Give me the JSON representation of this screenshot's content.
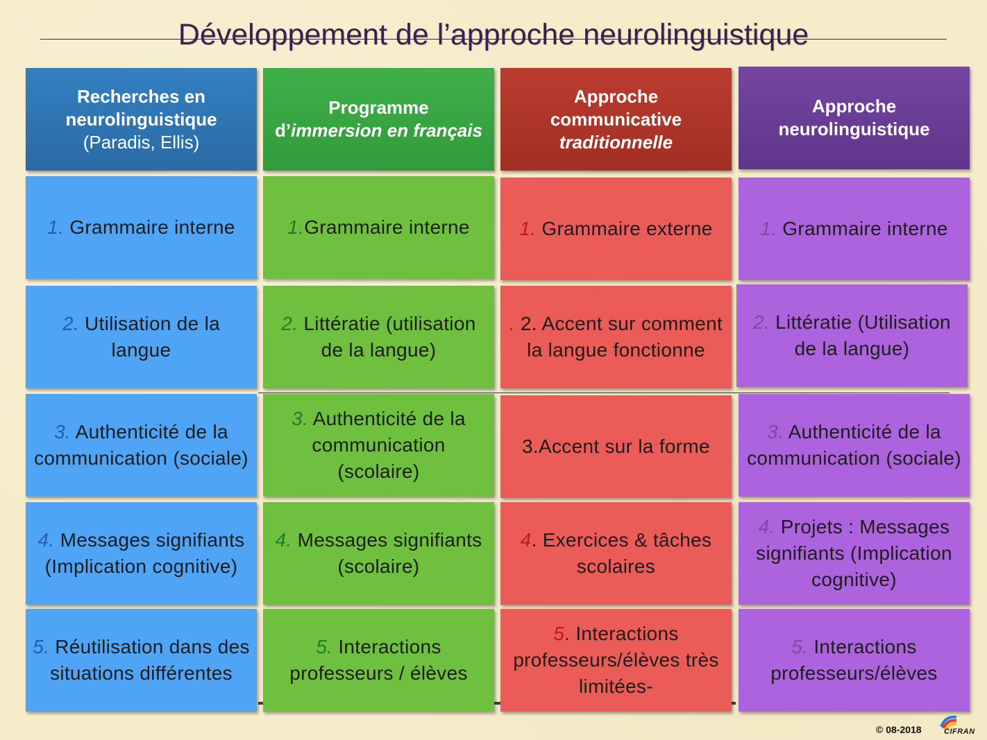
{
  "title": "Développement de l’approche neurolinguistique",
  "headers": [
    {
      "line1": "Recherches en",
      "line2": "neurolinguistique",
      "line3": "(Paradis, Ellis)"
    },
    {
      "line1": "Programme",
      "line2_pre": "d’",
      "line2_italic": "immersion en français"
    },
    {
      "line1": "Approche",
      "line2": "communicative",
      "line3_italic": "traditionnelle"
    },
    {
      "line1": "Approche",
      "line2": "neurolinguistique"
    }
  ],
  "rows": [
    [
      {
        "num": "1.",
        "text": " Grammaire interne"
      },
      {
        "num": "1.",
        "text": "Grammaire interne"
      },
      {
        "num": "1.",
        "text": " Grammaire externe"
      },
      {
        "num": "1.",
        "text": " Grammaire interne"
      }
    ],
    [
      {
        "num": "2.",
        "text": " Utilisation de la langue"
      },
      {
        "num": "2.",
        "text": " Littératie (utilisation de la langue)"
      },
      {
        "num": ".",
        "text": " 2. Accent sur comment la langue fonctionne"
      },
      {
        "num": "2.",
        "text": " Littératie (Utilisation de la langue)"
      }
    ],
    [
      {
        "num": "3.",
        "text": " Authenticité de la communication (sociale)"
      },
      {
        "num": "3.",
        "text": " Authenticité de la communication (scolaire)"
      },
      {
        "num": "",
        "text": "3.Accent sur la forme"
      },
      {
        "num": "3.",
        "text": " Authenticité de la communication (sociale)"
      }
    ],
    [
      {
        "num": "4.",
        "text": " Messages signifiants (Implication cognitive)"
      },
      {
        "num": "4.",
        "text": " Messages signifiants  (scolaire)"
      },
      {
        "num": "4",
        "text": ". Exercices & tâches scolaires"
      },
      {
        "num": "4.",
        "text": " Projets : Messages signifiants (Implication cognitive)"
      }
    ],
    [
      {
        "num": "5.",
        "text": " Réutilisation dans des situations différentes"
      },
      {
        "num": "5.",
        "text": " Interactions professeurs / élèves"
      },
      {
        "num": "5",
        "text": ". Interactions professeurs/élèves très limitées-"
      },
      {
        "num": "5.",
        "text": " Interactions professeurs/élèves"
      }
    ]
  ],
  "footer": {
    "copyright": "© 08-2018",
    "logo_text": "CIFRAN"
  },
  "colors": {
    "background": "#f6ecca",
    "blue": "#4fa4f5",
    "green": "#70c040",
    "red": "#eb5b58",
    "purple": "#ad63dd",
    "blue_header": "#2e75b6",
    "green_header": "#3aa843",
    "red_header": "#b0352a",
    "purple_header": "#6a3d96"
  }
}
